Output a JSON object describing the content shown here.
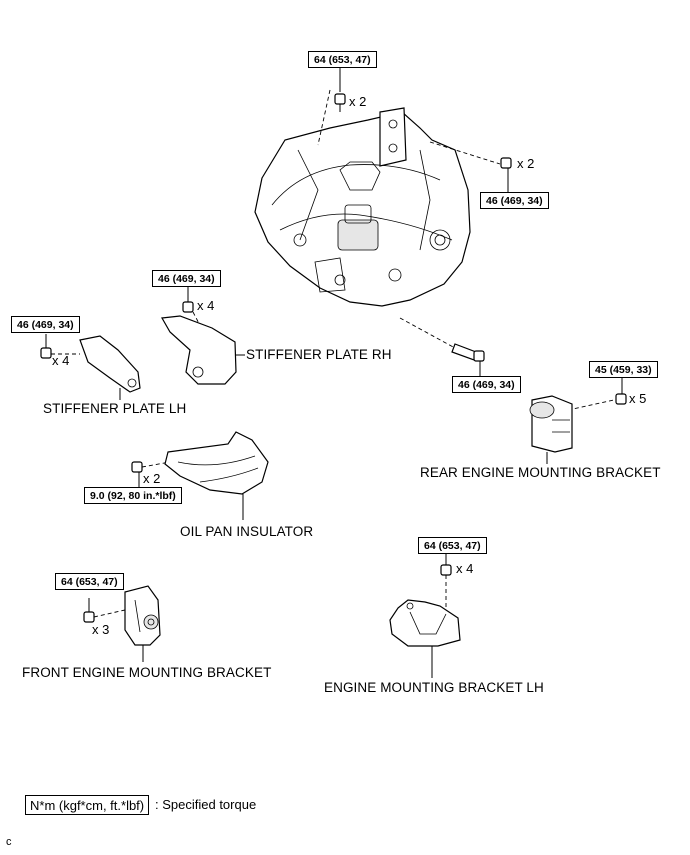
{
  "torque_specs": {
    "bolt_top": "64 (653, 47)",
    "bolt_top_right": "46 (469, 34)",
    "stiffener_rh_bolt": "46 (469, 34)",
    "stiffener_lh_bolt": "46 (469, 34)",
    "bolt_lower_center": "46 (469, 34)",
    "rear_bracket_bolt": "45 (459, 33)",
    "oil_pan_insulator_bolt": "9.0 (92, 80 in.*lbf)",
    "engine_bracket_lh_bolt": "64 (653, 47)",
    "front_bracket_bolt": "64 (653, 47)"
  },
  "quantities": {
    "bolt_top": "x 2",
    "bolt_top_right": "x 2",
    "stiffener_rh": "x 4",
    "stiffener_lh": "x 4",
    "rear_bracket": "x 5",
    "oil_pan_insulator": "x 2",
    "engine_bracket_lh": "x 4",
    "front_bracket": "x 3"
  },
  "labels": {
    "stiffener_plate_rh": "STIFFENER PLATE RH",
    "stiffener_plate_lh": "STIFFENER PLATE LH",
    "rear_engine_mounting_bracket": "REAR ENGINE MOUNTING BRACKET",
    "oil_pan_insulator": "OIL PAN INSULATOR",
    "front_engine_mounting_bracket": "FRONT ENGINE MOUNTING BRACKET",
    "engine_mounting_bracket_lh": "ENGINE MOUNTING BRACKET LH"
  },
  "legend": {
    "unit_box": "N*m (kgf*cm, ft.*lbf)",
    "description": ": Specified torque"
  },
  "figure_code": "c"
}
